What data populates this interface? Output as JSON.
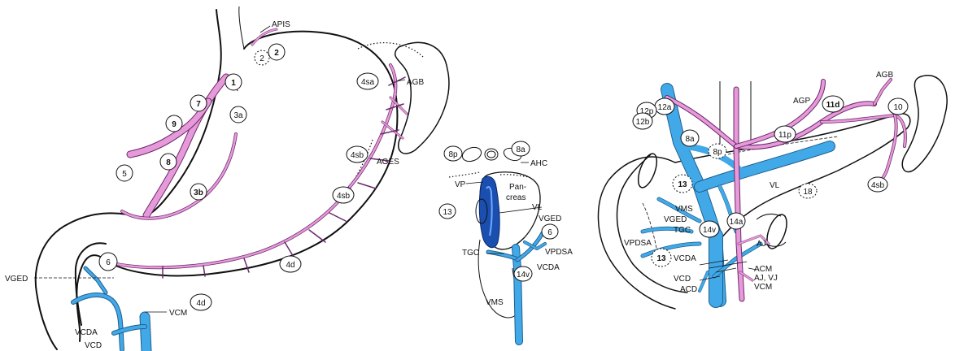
{
  "colors": {
    "artery": "#e79ad9",
    "vein": "#42a9e8",
    "portal_vein_dark": "#1a4fb0",
    "outline": "#111111"
  },
  "panel_stomach": {
    "labels": {
      "apis": "APIS",
      "agb": "AGB",
      "ages": "AGES",
      "vged": "VGED",
      "vcm": "VCM",
      "vcda": "VCDA",
      "vcd": "VCD"
    },
    "stations": {
      "s1": "1",
      "s2a": "2",
      "s2b": "2",
      "s3a": "3a",
      "s3b": "3b",
      "s4sa": "4sa",
      "s4sb_upper": "4sb",
      "s4sb_lower": "4sb",
      "s4d_upper": "4d",
      "s4d_lower": "4d",
      "s5": "5",
      "s6": "6",
      "s7": "7",
      "s8": "8",
      "s9": "9"
    }
  },
  "panel_cross_section": {
    "labels": {
      "ahc": "AHC",
      "vp": "VP",
      "pancreas_l1": "Pan-",
      "pancreas_l2": "creas",
      "vl": "VL",
      "vged": "VGED",
      "vpdsa": "VPDSA",
      "tgc": "TGC",
      "vcda": "VCDA",
      "vms": "VMS"
    },
    "stations": {
      "s8p": "8p",
      "s8a": "8a",
      "s13": "13",
      "s6": "6",
      "s14v": "14v"
    }
  },
  "panel_pancreas": {
    "labels": {
      "agp": "AGP",
      "agb": "AGB",
      "vl": "VL",
      "vms": "VMS",
      "vged": "VGED",
      "tgc": "TGC",
      "vpdsa": "VPDSA",
      "vcda": "VCDA",
      "vcd": "VCD",
      "acd": "ACD",
      "acm": "ACM",
      "aj_vj": "AJ, VJ",
      "vcm": "VCM",
      "aj": "AJ"
    },
    "stations": {
      "s12a": "12a",
      "s12p": "12p",
      "s12b": "12b",
      "s8a": "8a",
      "s8p": "8p",
      "s11p": "11p",
      "s11d": "11d",
      "s10": "10",
      "s4sb": "4sb",
      "s13": "13",
      "s13b": "13",
      "s18": "18",
      "s14v": "14v",
      "s14a": "14a"
    }
  }
}
